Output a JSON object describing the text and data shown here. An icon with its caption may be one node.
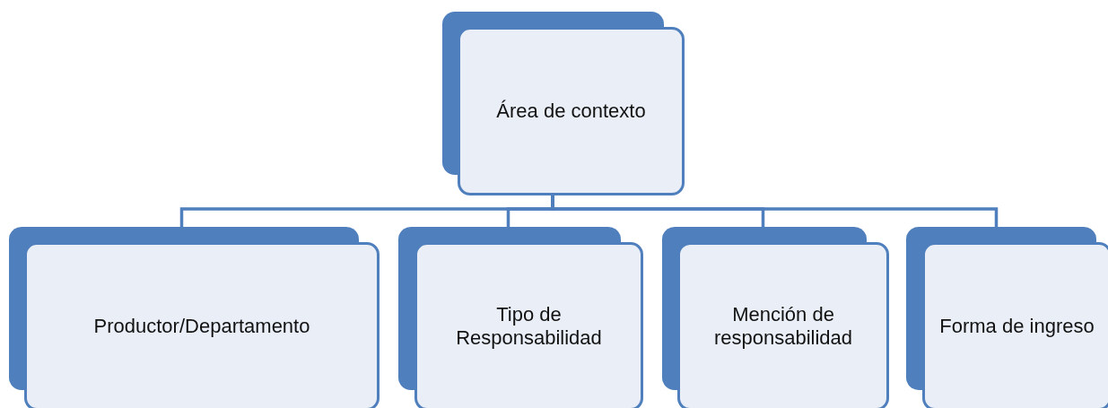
{
  "diagram": {
    "nodes": [
      {
        "text": [
          "Área de contexto"
        ]
      },
      {
        "text": [
          "Productor/Departamento"
        ]
      },
      {
        "text": [
          "Tipo de Responsabilidad"
        ]
      },
      {
        "text": [
          "Mención de responsabilidad"
        ]
      },
      {
        "text": [
          "Forma de ingreso"
        ]
      }
    ],
    "edges": [
      {
        "from": 0,
        "to": 1,
        "arrow": "none"
      },
      {
        "from": 0,
        "to": 2,
        "arrow": "none"
      },
      {
        "from": 0,
        "to": 3,
        "arrow": "none"
      },
      {
        "from": 0,
        "to": 4,
        "arrow": "none"
      }
    ]
  }
}
